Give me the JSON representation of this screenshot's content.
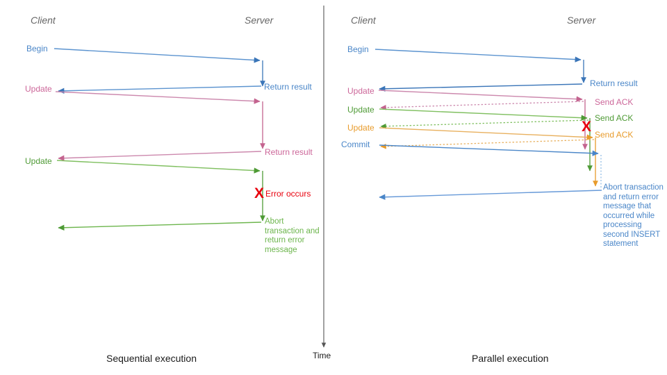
{
  "colors": {
    "blue": "#4a86c8",
    "blue_dark": "#3a75b8",
    "pink": "#cc6699",
    "green": "#4e9a35",
    "green_light": "#7fbf5f",
    "orange": "#e89b2b",
    "red": "#e8000d",
    "gray_text": "#666666",
    "black": "#1a1a1a",
    "divider": "#555555"
  },
  "lanes": {
    "client_label": "Client",
    "server_label": "Server"
  },
  "time_axis": {
    "label": "Time"
  },
  "sequential": {
    "caption": "Sequential execution",
    "client_label": "Client",
    "server_label": "Server",
    "messages": [
      {
        "id": "begin",
        "label": "Begin",
        "color": "blue"
      },
      {
        "id": "return-1",
        "label": "Return result",
        "color": "blue"
      },
      {
        "id": "update-1",
        "label": "Update",
        "color": "pink"
      },
      {
        "id": "return-2",
        "label": "Return result",
        "color": "pink"
      },
      {
        "id": "update-2",
        "label": "Update",
        "color": "green"
      }
    ],
    "error": {
      "marker": "X",
      "label": "Error occurs"
    },
    "abort_note": "Abort transaction and return error message"
  },
  "parallel": {
    "caption": "Parallel execution",
    "client_label": "Client",
    "server_label": "Server",
    "messages": [
      {
        "id": "begin",
        "label": "Begin",
        "color": "blue"
      },
      {
        "id": "return-1",
        "label": "Return result",
        "color": "blue"
      },
      {
        "id": "update-1",
        "label": "Update",
        "color": "pink"
      },
      {
        "id": "ack-1",
        "label": "Send ACK",
        "color": "pink"
      },
      {
        "id": "update-2",
        "label": "Update",
        "color": "green"
      },
      {
        "id": "ack-2",
        "label": "Send ACK",
        "color": "green"
      },
      {
        "id": "update-3",
        "label": "Update",
        "color": "orange"
      },
      {
        "id": "ack-3",
        "label": "Send ACK",
        "color": "orange"
      },
      {
        "id": "commit",
        "label": "Commit",
        "color": "blue"
      }
    ],
    "error": {
      "marker": "X"
    },
    "abort_note": "Abort transaction and return error message that occurred while processing second INSERT statement"
  }
}
